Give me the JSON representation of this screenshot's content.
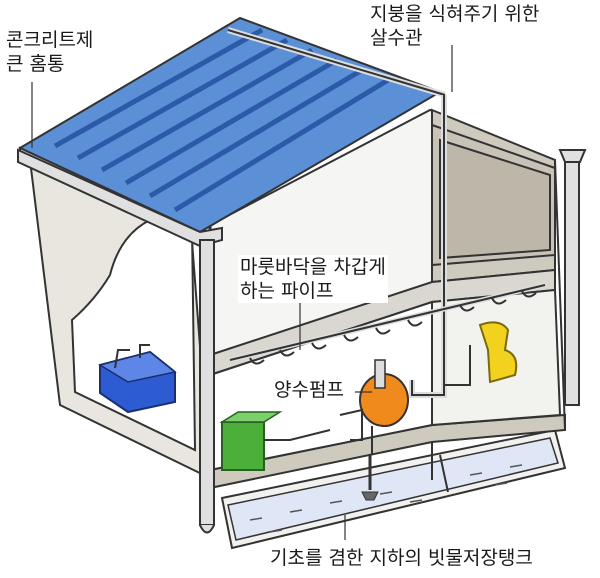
{
  "labels": {
    "gutter": {
      "line1": "콘크리트제",
      "line2": "큰 홈통"
    },
    "roof_sprinkler": {
      "line1": "지붕을 식혀주기 위한",
      "line2": "살수관"
    },
    "floor_pipe": {
      "line1": "마룻바닥을 차갑게",
      "line2": "하는 파이프"
    },
    "pump": {
      "line1": "양수펌프"
    },
    "tank": {
      "line1": "기초를 겸한 지하의 빗물저장탱크"
    }
  },
  "colors": {
    "roof": "#5b8fd6",
    "roof_stripe": "#2c5aa8",
    "pump": "#f08a1c",
    "toilet": "#f2d21e",
    "green_tank": "#4caf3a",
    "blue_tank": "#2d5bd1",
    "water": "#dfe6f5",
    "wall": "#e8e6df"
  }
}
